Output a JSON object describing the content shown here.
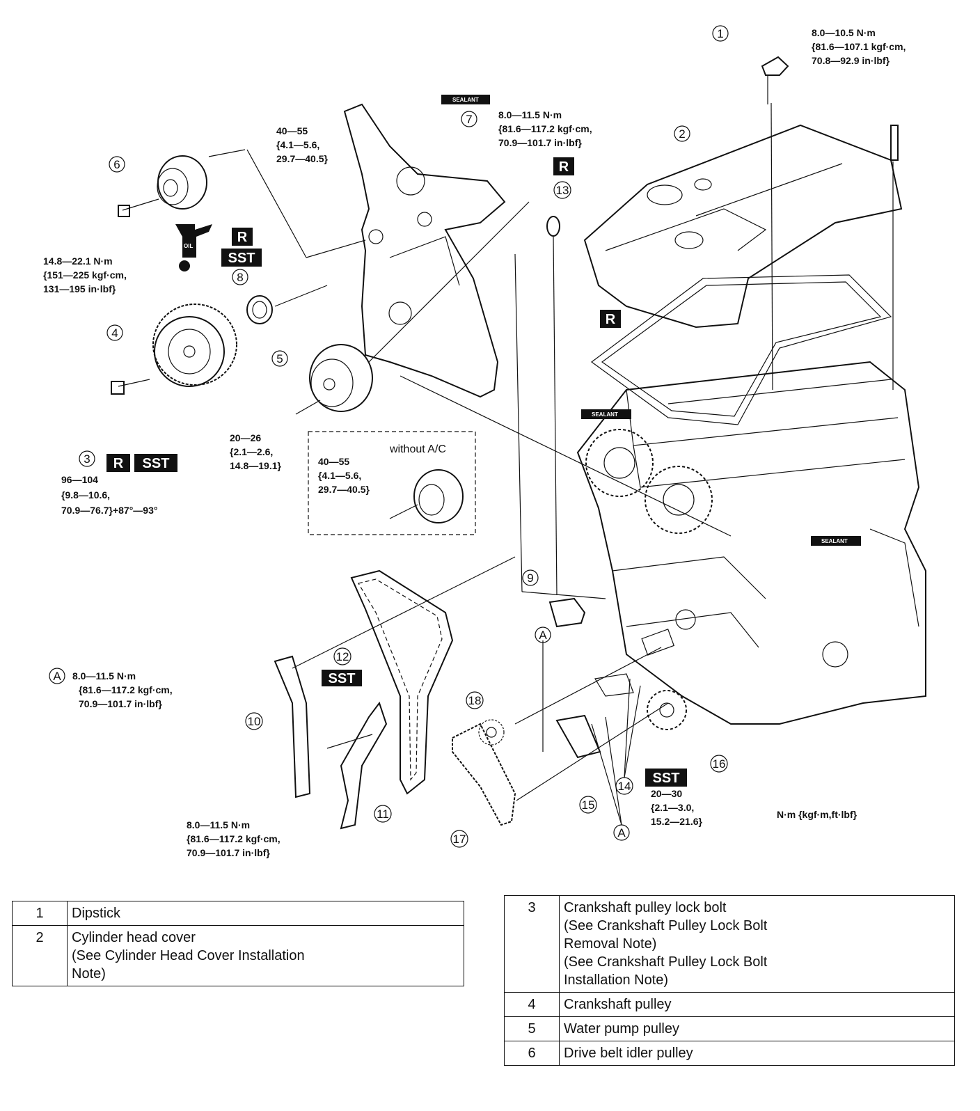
{
  "callouts": [
    "1",
    "2",
    "3",
    "4",
    "5",
    "6",
    "7",
    "8",
    "9",
    "10",
    "11",
    "12",
    "13",
    "14",
    "15",
    "16",
    "17",
    "18",
    "A"
  ],
  "tags": {
    "R": "R",
    "SST": "SST",
    "sealant": "SEALANT",
    "oil": "OIL"
  },
  "torque_labels": {
    "t1": [
      "8.0—10.5 N·m",
      "{81.6—107.1 kgf·cm,",
      "70.8—92.9 in·lbf}"
    ],
    "t7": [
      "8.0—11.5 N·m",
      "{81.6—117.2 kgf·cm,",
      "70.9—101.7 in·lbf}"
    ],
    "t_cover_bolt": [
      "40—55",
      "{4.1—5.6,",
      "29.7—40.5}"
    ],
    "t6": [
      "14.8—22.1 N·m",
      "{151—225 kgf·cm,",
      "131—195 in·lbf}"
    ],
    "t3": [
      "96—104",
      "{9.8—10.6,",
      "70.9—76.7}+87°—93°"
    ],
    "t5": [
      "20—26",
      "{2.1—2.6,",
      "14.8—19.1}"
    ],
    "t_noac": [
      "40—55",
      "{4.1—5.6,",
      "29.7—40.5}"
    ],
    "tA": [
      "8.0—11.5 N·m",
      "{81.6—117.2 kgf·cm,",
      "70.9—101.7 in·lbf}"
    ],
    "t10": [
      "8.0—11.5 N·m",
      "{81.6—117.2 kgf·cm,",
      "70.9—101.7 in·lbf}"
    ],
    "t16": [
      "20—30",
      "{2.1—3.0,",
      "15.2—21.6}"
    ]
  },
  "without_ac": "without A/C",
  "unit_note": "N·m {kgf·m,ft·lbf}",
  "legend_left": [
    {
      "num": "1",
      "lines": [
        "Dipstick"
      ]
    },
    {
      "num": "2",
      "lines": [
        "Cylinder head cover",
        "(See Cylinder Head Cover Installation",
        "Note)"
      ]
    }
  ],
  "legend_right": [
    {
      "num": "3",
      "lines": [
        "Crankshaft pulley lock bolt",
        "(See Crankshaft Pulley Lock Bolt",
        "Removal Note)",
        "(See Crankshaft Pulley Lock Bolt",
        "Installation Note)"
      ]
    },
    {
      "num": "4",
      "lines": [
        "Crankshaft pulley"
      ]
    },
    {
      "num": "5",
      "lines": [
        "Water pump pulley"
      ]
    },
    {
      "num": "6",
      "lines": [
        "Drive belt idler pulley"
      ]
    }
  ]
}
